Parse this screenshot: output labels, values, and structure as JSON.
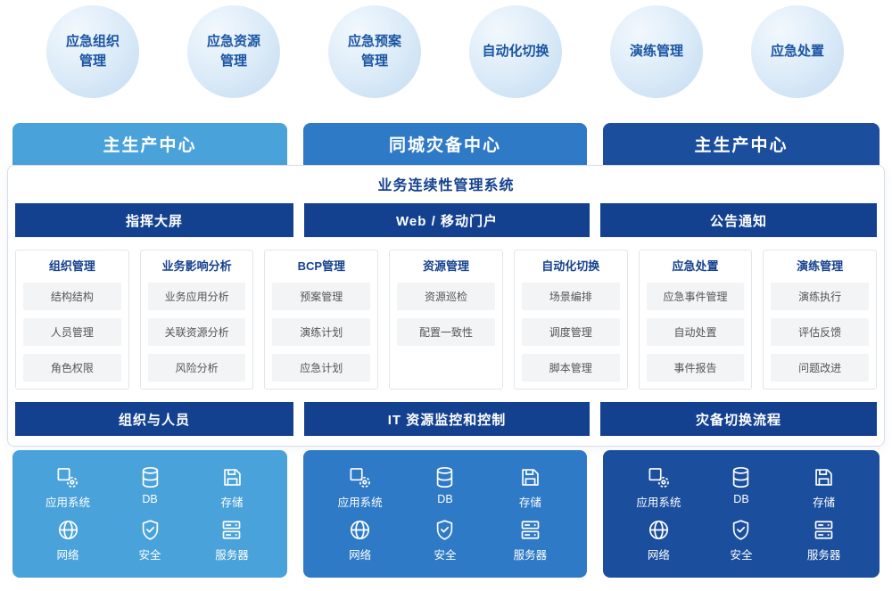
{
  "colors": {
    "light_blue": "#4AA2DA",
    "medium_blue": "#2F7AC6",
    "dark_blue": "#1B4E9D",
    "navy": "#14418F",
    "circle_text": "#1A55A4"
  },
  "capabilities": [
    {
      "label": "应急组织管理",
      "lines": [
        "应急组织",
        "管理"
      ]
    },
    {
      "label": "应急资源管理",
      "lines": [
        "应急资源",
        "管理"
      ]
    },
    {
      "label": "应急预案管理",
      "lines": [
        "应急预案",
        "管理"
      ]
    },
    {
      "label": "自动化切换",
      "lines": [
        "自动化切换",
        ""
      ]
    },
    {
      "label": "演练管理",
      "lines": [
        "演练管理",
        ""
      ]
    },
    {
      "label": "应急处置",
      "lines": [
        "应急处置",
        ""
      ]
    }
  ],
  "centers": [
    {
      "label": "主生产中心"
    },
    {
      "label": "同城灾备中心"
    },
    {
      "label": "主生产中心"
    }
  ],
  "system": {
    "title": "业务连续性管理系统",
    "portals": [
      {
        "label": "指挥大屏"
      },
      {
        "label": "Web / 移动门户"
      },
      {
        "label": "公告通知"
      }
    ],
    "modules": [
      {
        "title": "组织管理",
        "items": [
          "结构结构",
          "人员管理",
          "角色权限"
        ]
      },
      {
        "title": "业务影响分析",
        "items": [
          "业务应用分析",
          "关联资源分析",
          "风险分析"
        ]
      },
      {
        "title": "BCP管理",
        "items": [
          "预案管理",
          "演练计划",
          "应急计划"
        ]
      },
      {
        "title": "资源管理",
        "items": [
          "资源巡检",
          "配置一致性"
        ]
      },
      {
        "title": "自动化切换",
        "items": [
          "场景编排",
          "调度管理",
          "脚本管理"
        ]
      },
      {
        "title": "应急处置",
        "items": [
          "应急事件管理",
          "自动处置",
          "事件报告"
        ]
      },
      {
        "title": "演练管理",
        "items": [
          "演练执行",
          "评估反馈",
          "问题改进"
        ]
      }
    ],
    "foundations": [
      {
        "label": "组织与人员"
      },
      {
        "label": "IT 资源监控和控制"
      },
      {
        "label": "灾备切换流程"
      }
    ]
  },
  "infrastructure": {
    "items": [
      {
        "icon": "app-system-icon",
        "label": "应用系统"
      },
      {
        "icon": "database-icon",
        "label": "DB"
      },
      {
        "icon": "storage-icon",
        "label": "存储"
      },
      {
        "icon": "network-icon",
        "label": "网络"
      },
      {
        "icon": "security-icon",
        "label": "安全"
      },
      {
        "icon": "server-icon",
        "label": "服务器"
      }
    ]
  }
}
